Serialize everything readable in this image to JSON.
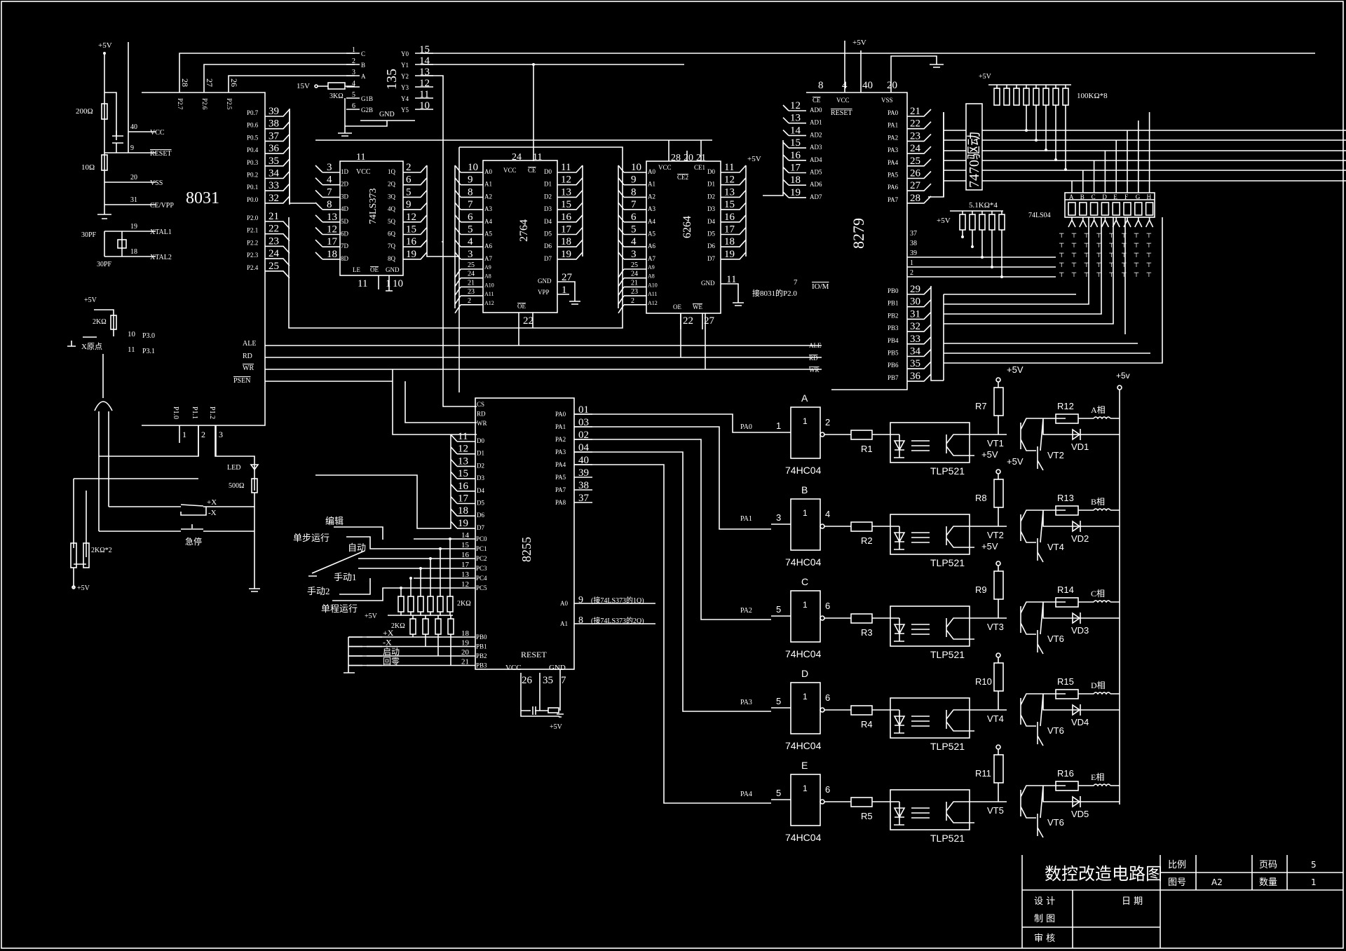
{
  "title_block": {
    "drawing_title": "数控改造电路图",
    "scale_label": "比例",
    "scale_value": "",
    "page_label": "页码",
    "page_value": "5",
    "drawing_no_label": "图号",
    "drawing_no_value": "A2",
    "quantity_label": "数量",
    "quantity_value": "1",
    "design_label": "设 计",
    "date_label": "日 期",
    "draw_label": "制 图",
    "check_label": "审 核"
  },
  "cpu_8031": {
    "name": "8031",
    "supply": "+5V",
    "r_top": "200Ω",
    "r_bottom": "10Ω",
    "cap_top": "30PF",
    "cap_bottom": "30PF",
    "left_pins": [
      {
        "num": "40",
        "label": "VCC"
      },
      {
        "num": "9",
        "label": "RESET"
      },
      {
        "num": "20",
        "label": "VSS"
      },
      {
        "num": "31",
        "label": "CE/VPP"
      },
      {
        "num": "19",
        "label": "XTAL1"
      },
      {
        "num": "18",
        "label": "XTAL2"
      }
    ],
    "top_pins": [
      {
        "num": "28",
        "label": "P2.7"
      },
      {
        "num": "27",
        "label": "P2.6"
      },
      {
        "num": "26",
        "label": "P2.5"
      }
    ],
    "p0_pins": [
      {
        "num": "39",
        "label": "P0.7"
      },
      {
        "num": "38",
        "label": "P0.6"
      },
      {
        "num": "37",
        "label": "P0.5"
      },
      {
        "num": "36",
        "label": "P0.4"
      },
      {
        "num": "35",
        "label": "P0.3"
      },
      {
        "num": "34",
        "label": "P0.2"
      },
      {
        "num": "33",
        "label": "P0.1"
      },
      {
        "num": "32",
        "label": "P0.0"
      }
    ],
    "p2_pins": [
      {
        "num": "21",
        "label": "P2.0"
      },
      {
        "num": "22",
        "label": "P2.1"
      },
      {
        "num": "23",
        "label": "P2.2"
      },
      {
        "num": "24",
        "label": "P2.3"
      },
      {
        "num": "25",
        "label": "P2.4"
      }
    ],
    "p3_pins": [
      {
        "num": "10",
        "label": "P3.0"
      },
      {
        "num": "11",
        "label": "P3.1"
      }
    ],
    "ctrl_pins": [
      "ALE",
      "RD",
      "WR",
      "PSEN"
    ],
    "p1_pins": [
      {
        "num": "1",
        "label": "P1.0"
      },
      {
        "num": "2",
        "label": "P1.1"
      },
      {
        "num": "3",
        "label": "P1.2"
      }
    ]
  },
  "decoder_135": {
    "name": "135",
    "inputs": [
      {
        "num": "1",
        "label": "C"
      },
      {
        "num": "2",
        "label": "B"
      },
      {
        "num": "3",
        "label": "A"
      },
      {
        "num": "4",
        "label": ""
      },
      {
        "num": "5",
        "label": "G1B"
      },
      {
        "num": "6",
        "label": "G2B"
      }
    ],
    "outputs": [
      {
        "num": "15",
        "label": "Y0"
      },
      {
        "num": "14",
        "label": "Y1"
      },
      {
        "num": "13",
        "label": "Y2"
      },
      {
        "num": "12",
        "label": "Y3"
      },
      {
        "num": "11",
        "label": "Y4"
      },
      {
        "num": "10",
        "label": "Y5"
      }
    ],
    "gnd_label": "GND",
    "supply": "15V",
    "resistor": "3KΩ"
  },
  "latch_74ls373": {
    "name": "74LS373",
    "vcc_pin": "11",
    "vcc_label": "VCC",
    "d_pins": [
      {
        "num": "3",
        "label": "1D"
      },
      {
        "num": "4",
        "label": "2D"
      },
      {
        "num": "7",
        "label": "3D"
      },
      {
        "num": "8",
        "label": "4D"
      },
      {
        "num": "13",
        "label": "5D"
      },
      {
        "num": "12",
        "label": "6D"
      },
      {
        "num": "17",
        "label": "7D"
      },
      {
        "num": "18",
        "label": "8D"
      }
    ],
    "q_pins": [
      {
        "num": "2",
        "label": "1Q"
      },
      {
        "num": "6",
        "label": "2Q"
      },
      {
        "num": "5",
        "label": "3Q"
      },
      {
        "num": "9",
        "label": "4Q"
      },
      {
        "num": "12",
        "label": "5Q"
      },
      {
        "num": "15",
        "label": "6Q"
      },
      {
        "num": "16",
        "label": "7Q"
      },
      {
        "num": "19",
        "label": "8Q"
      }
    ],
    "bottom_labels": [
      "LE",
      "OE",
      "GND"
    ],
    "bottom_pins": [
      "11",
      "1",
      "10"
    ]
  },
  "eprom_2764": {
    "name": "2764",
    "top_pins": [
      "24",
      "11"
    ],
    "top_labels": [
      "VCC",
      "CE"
    ],
    "a_pins": [
      {
        "num": "10",
        "label": "A0"
      },
      {
        "num": "9",
        "label": "A1"
      },
      {
        "num": "8",
        "label": "A2"
      },
      {
        "num": "7",
        "label": "A3"
      },
      {
        "num": "6",
        "label": "A4"
      },
      {
        "num": "5",
        "label": "A5"
      },
      {
        "num": "4",
        "label": "A6"
      },
      {
        "num": "3",
        "label": "A7"
      },
      {
        "num": "25",
        "label": "A9"
      },
      {
        "num": "24",
        "label": "A8"
      },
      {
        "num": "21",
        "label": "A10"
      },
      {
        "num": "23",
        "label": "A11"
      },
      {
        "num": "2",
        "label": "A12"
      }
    ],
    "d_pins": [
      {
        "num": "11",
        "label": "D0"
      },
      {
        "num": "12",
        "label": "D1"
      },
      {
        "num": "13",
        "label": "D2"
      },
      {
        "num": "15",
        "label": "D3"
      },
      {
        "num": "16",
        "label": "D4"
      },
      {
        "num": "17",
        "label": "D5"
      },
      {
        "num": "18",
        "label": "D6"
      },
      {
        "num": "19",
        "label": "D7"
      }
    ],
    "gnd": {
      "num": "27",
      "label": "GND"
    },
    "vpp": {
      "num": "1",
      "label": "VPP"
    },
    "oe": {
      "num": "22",
      "label": "OE"
    }
  },
  "sram_6264": {
    "name": "6264",
    "top_pins": [
      "28",
      "20",
      "21"
    ],
    "top_labels": [
      "VCC",
      "CE2",
      "CE1"
    ],
    "a_pins": [
      {
        "num": "10",
        "label": "A0"
      },
      {
        "num": "9",
        "label": "A1"
      },
      {
        "num": "8",
        "label": "A2"
      },
      {
        "num": "7",
        "label": "A3"
      },
      {
        "num": "6",
        "label": "A4"
      },
      {
        "num": "5",
        "label": "A5"
      },
      {
        "num": "4",
        "label": "A6"
      },
      {
        "num": "3",
        "label": "A7"
      },
      {
        "num": "25",
        "label": "A9"
      },
      {
        "num": "24",
        "label": "A8"
      },
      {
        "num": "21",
        "label": "A10"
      },
      {
        "num": "23",
        "label": "A11"
      },
      {
        "num": "2",
        "label": "A12"
      }
    ],
    "d_pins": [
      {
        "num": "11",
        "label": "D0"
      },
      {
        "num": "12",
        "label": "D1"
      },
      {
        "num": "13",
        "label": "D2"
      },
      {
        "num": "15",
        "label": "D3"
      },
      {
        "num": "16",
        "label": "D4"
      },
      {
        "num": "17",
        "label": "D5"
      },
      {
        "num": "18",
        "label": "D6"
      },
      {
        "num": "19",
        "label": "D7"
      }
    ],
    "gnd": {
      "num": "11",
      "label": "GND"
    },
    "oe": {
      "num": "22",
      "label": "OE"
    },
    "we": {
      "num": "27",
      "label": "WE"
    },
    "supply": "+5V",
    "note_pin": "7",
    "note_label": "IO/M",
    "note_text": "接8031的P2.0"
  },
  "kbd_8279": {
    "name": "8279",
    "supply": "+5V",
    "top_pins": [
      {
        "num": "8",
        "label": "CE"
      },
      {
        "num": "4",
        "label": "VCC"
      },
      {
        "num": "40",
        "label": ""
      },
      {
        "num": "20",
        "label": "VSS"
      }
    ],
    "reset_label": "RESET",
    "ad_pins": [
      {
        "num": "12",
        "label": "AD0"
      },
      {
        "num": "13",
        "label": "AD1"
      },
      {
        "num": "14",
        "label": "AD2"
      },
      {
        "num": "15",
        "label": "AD3"
      },
      {
        "num": "16",
        "label": "AD4"
      },
      {
        "num": "17",
        "label": "AD5"
      },
      {
        "num": "18",
        "label": "AD6"
      },
      {
        "num": "19",
        "label": "AD7"
      }
    ],
    "pa_pins": [
      {
        "num": "21",
        "label": "PA0"
      },
      {
        "num": "22",
        "label": "PA1"
      },
      {
        "num": "23",
        "label": "PA2"
      },
      {
        "num": "24",
        "label": "PA3"
      },
      {
        "num": "25",
        "label": "PA4"
      },
      {
        "num": "26",
        "label": "PA5"
      },
      {
        "num": "27",
        "label": "PA6"
      },
      {
        "num": "28",
        "label": "PA7"
      }
    ],
    "mid_pins": [
      "37",
      "38",
      "39",
      "1",
      "2"
    ],
    "pb_pins": [
      {
        "num": "29",
        "label": "PB0"
      },
      {
        "num": "30",
        "label": "PB1"
      },
      {
        "num": "31",
        "label": "PB2"
      },
      {
        "num": "32",
        "label": "PB3"
      },
      {
        "num": "33",
        "label": "PB4"
      },
      {
        "num": "34",
        "label": "PB5"
      },
      {
        "num": "35",
        "label": "PB6"
      },
      {
        "num": "36",
        "label": "PB7"
      }
    ],
    "bus_labels": [
      "ALE",
      "RD",
      "WR"
    ]
  },
  "display": {
    "driver_label": "7470驱动",
    "pullups": "100KΩ*8",
    "pullups_supply": "+5V",
    "keys_resistors": "5.1KΩ*4",
    "keys_supply": "+5V",
    "inverter": "74LS04",
    "digits": [
      "A",
      "B",
      "C",
      "D",
      "E",
      "F",
      "G",
      "H"
    ]
  },
  "ppi_8255": {
    "name": "8255",
    "ctrl_pins": [
      "CS",
      "RD",
      "WR"
    ],
    "d_pins": [
      {
        "num": "11",
        "label": "D0"
      },
      {
        "num": "12",
        "label": "D1"
      },
      {
        "num": "13",
        "label": "D2"
      },
      {
        "num": "15",
        "label": "D3"
      },
      {
        "num": "16",
        "label": "D4"
      },
      {
        "num": "17",
        "label": "D5"
      },
      {
        "num": "18",
        "label": "D6"
      },
      {
        "num": "19",
        "label": "D7"
      }
    ],
    "pc_pins": [
      {
        "num": "14",
        "label": "PC0"
      },
      {
        "num": "15",
        "label": "PC1"
      },
      {
        "num": "16",
        "label": "PC2"
      },
      {
        "num": "17",
        "label": "PC3"
      },
      {
        "num": "13",
        "label": "PC4"
      },
      {
        "num": "12",
        "label": "PC5"
      }
    ],
    "pb_pins": [
      {
        "num": "18",
        "label": "PB0"
      },
      {
        "num": "19",
        "label": "PB1"
      },
      {
        "num": "20",
        "label": "PB2"
      },
      {
        "num": "21",
        "label": "PB3"
      }
    ],
    "pa_pins": [
      {
        "num": "01",
        "label": "PA0"
      },
      {
        "num": "03",
        "label": "PA1"
      },
      {
        "num": "02",
        "label": "PA2"
      },
      {
        "num": "04",
        "label": "PA3"
      },
      {
        "num": "40",
        "label": "PA4"
      },
      {
        "num": "39",
        "label": "PA5"
      },
      {
        "num": "38",
        "label": "PA7"
      },
      {
        "num": "37",
        "label": "PA8"
      }
    ],
    "a0": {
      "num": "9",
      "label": "A0",
      "note": "(接74LS373的1Q)"
    },
    "a1": {
      "num": "8",
      "label": "A1",
      "note": "(接74LS373的2Q)"
    },
    "bottom_labels": [
      "RESET",
      "VCC",
      "GND"
    ],
    "bottom_pins": [
      "26",
      "35",
      "7"
    ],
    "supply": "+5V"
  },
  "switches": {
    "mode_labels": [
      "编辑",
      "单步运行",
      "自动",
      "手动1",
      "手动2",
      "单程运行"
    ],
    "pb_labels": [
      "+X",
      "-X",
      "启动",
      "回零"
    ],
    "r_label_1": "2KΩ",
    "r_label_2": "2KΩ",
    "supply": "+5V"
  },
  "limit_circuit": {
    "supply_top": "+5V",
    "r_top": "2KΩ",
    "origin_label": "X原点",
    "r_pair": "2KΩ*2",
    "supply_bottom": "+5V",
    "led_label": "LED",
    "led_r": "500Ω",
    "limit_labels": [
      "+X",
      "-X"
    ],
    "estop_label": "急停"
  },
  "drivers": {
    "supply": "+5V",
    "rail_supply": "+5v",
    "gate_part": "74HC04",
    "opto_part": "TLP521",
    "channels": [
      {
        "name": "A",
        "in": "PA0",
        "pin_in": "1",
        "pin_out": "2",
        "r_in": "R1",
        "r_pull": "R7",
        "vt_a": "VT1",
        "vt_b": "VT2",
        "r_out": "R12",
        "vd": "VD1",
        "phase": "A相"
      },
      {
        "name": "B",
        "in": "PA1",
        "pin_in": "3",
        "pin_out": "4",
        "r_in": "R2",
        "r_pull": "R8",
        "vt_a": "VT2",
        "vt_b": "VT4",
        "r_out": "R13",
        "vd": "VD2",
        "phase": "B相"
      },
      {
        "name": "C",
        "in": "PA2",
        "pin_in": "5",
        "pin_out": "6",
        "r_in": "R3",
        "r_pull": "R9",
        "vt_a": "VT3",
        "vt_b": "VT6",
        "r_out": "R14",
        "vd": "VD3",
        "phase": "C相"
      },
      {
        "name": "D",
        "in": "PA3",
        "pin_in": "5",
        "pin_out": "6",
        "r_in": "R4",
        "r_pull": "R10",
        "vt_a": "VT4",
        "vt_b": "VT6",
        "r_out": "R15",
        "vd": "VD4",
        "phase": "D相"
      },
      {
        "name": "E",
        "in": "PA4",
        "pin_in": "5",
        "pin_out": "6",
        "r_in": "R5",
        "r_pull": "R11",
        "vt_a": "VT5",
        "vt_b": "VT6",
        "r_out": "R16",
        "vd": "VD5",
        "phase": "E相"
      }
    ]
  }
}
